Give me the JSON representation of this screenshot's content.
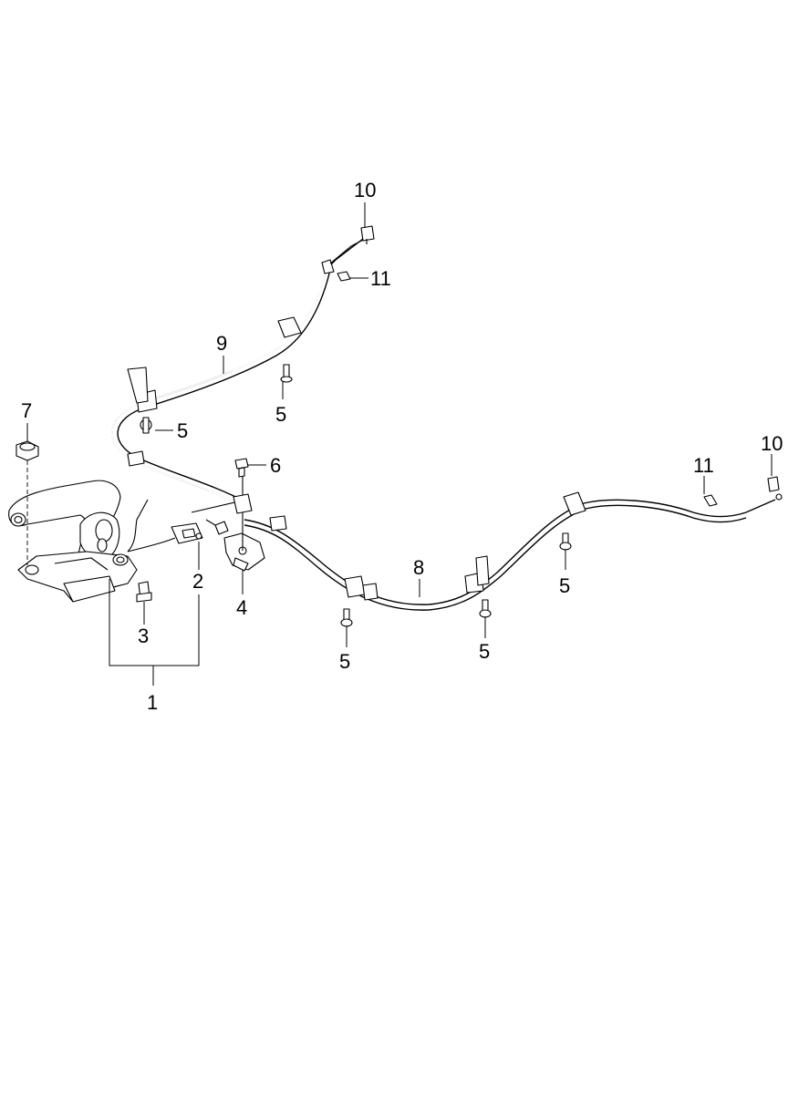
{
  "callouts": {
    "c1": "1",
    "c2": "2",
    "c3": "3",
    "c4": "4",
    "c5a": "5",
    "c5b": "5",
    "c5c": "5",
    "c5d": "5",
    "c5e": "5",
    "c6": "6",
    "c7": "7",
    "c8": "8",
    "c9": "9",
    "c10a": "10",
    "c10b": "10",
    "c11a": "11",
    "c11b": "11"
  }
}
